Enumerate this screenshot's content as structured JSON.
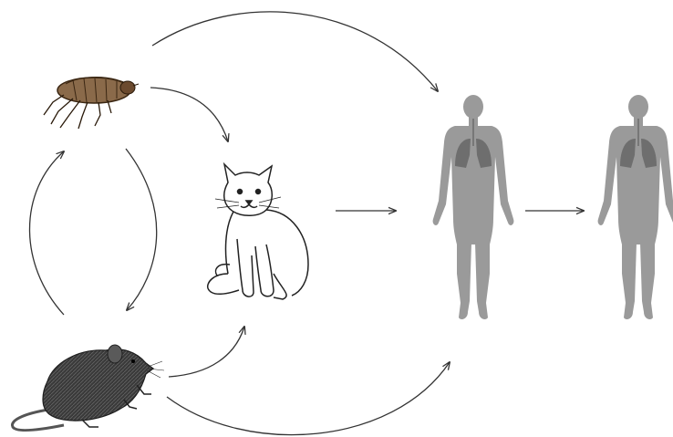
{
  "diagram": {
    "nodes": [
      {
        "id": "flea",
        "icon": "flea-icon"
      },
      {
        "id": "rat",
        "icon": "rat-icon"
      },
      {
        "id": "cat",
        "icon": "cat-icon"
      },
      {
        "id": "human-1",
        "icon": "human-lungs-icon"
      },
      {
        "id": "human-2",
        "icon": "human-lungs-icon"
      }
    ],
    "edges": [
      {
        "from": "flea",
        "to": "human-1"
      },
      {
        "from": "flea",
        "to": "cat"
      },
      {
        "from": "flea",
        "to": "rat"
      },
      {
        "from": "rat",
        "to": "flea"
      },
      {
        "from": "rat",
        "to": "cat"
      },
      {
        "from": "rat",
        "to": "human-1"
      },
      {
        "from": "cat",
        "to": "human-1"
      },
      {
        "from": "human-1",
        "to": "human-2"
      }
    ],
    "colors": {
      "arrow": "#333333",
      "human_body": "#9a9a9a",
      "human_lungs": "#6e6e6e",
      "cat_line": "#222222",
      "rat_fur": "#3a3a3a",
      "flea_body": "#6b4a2e"
    }
  }
}
